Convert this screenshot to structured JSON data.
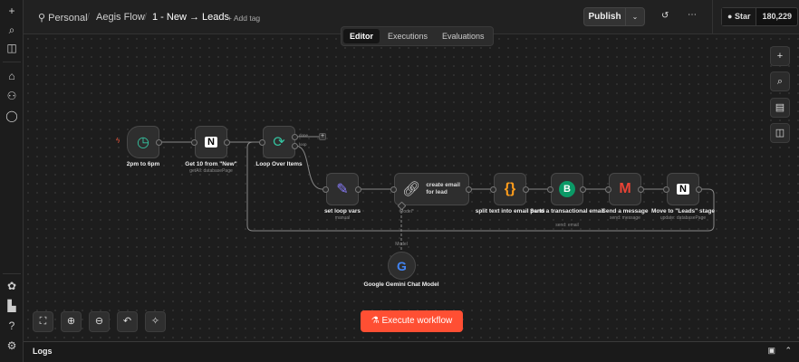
{
  "sidebar": {
    "items": [
      {
        "icon": "plus-icon"
      },
      {
        "icon": "search-icon"
      },
      {
        "icon": "panel-icon"
      },
      {
        "icon": "home-icon"
      },
      {
        "icon": "user-icon"
      },
      {
        "icon": "chat-icon"
      },
      {
        "icon": "templates-icon"
      },
      {
        "icon": "insights-icon"
      },
      {
        "icon": "help-icon"
      },
      {
        "icon": "settings-icon"
      }
    ]
  },
  "header": {
    "breadcrumb": [
      "Personal",
      "Aegis Flow",
      "1 - New → Leads"
    ],
    "add_tag": "+ Add tag",
    "publish": "Publish",
    "github_star": "Star",
    "star_count": "180,229"
  },
  "tabs": [
    "Editor",
    "Executions",
    "Evaluations"
  ],
  "nodes": [
    {
      "label": "2pm to 6pm",
      "sub": ""
    },
    {
      "label": "Get 10 from \"New\"",
      "sub": "getAll: databasePage"
    },
    {
      "label": "Loop Over Items",
      "sub": ""
    },
    {
      "label": "set loop vars",
      "sub": "manual"
    },
    {
      "label": "create email for lead",
      "sub": "Model*"
    },
    {
      "label": "split text into email parts",
      "sub": ""
    },
    {
      "label": "Send a transactional email",
      "sub": "send: email"
    },
    {
      "label": "Send a message",
      "sub": "send: message"
    },
    {
      "label": "Move to \"Leads\" stage",
      "sub": "update: databasePage"
    },
    {
      "label": "Google Gemini Chat Model",
      "sub": "Model"
    }
  ],
  "loop_outputs": [
    "done",
    "loop"
  ],
  "execute_button": "Execute workflow",
  "logs": {
    "title": "Logs"
  },
  "colors": {
    "execute": "#ff4f33",
    "accent_teal": "#35c3a0"
  }
}
